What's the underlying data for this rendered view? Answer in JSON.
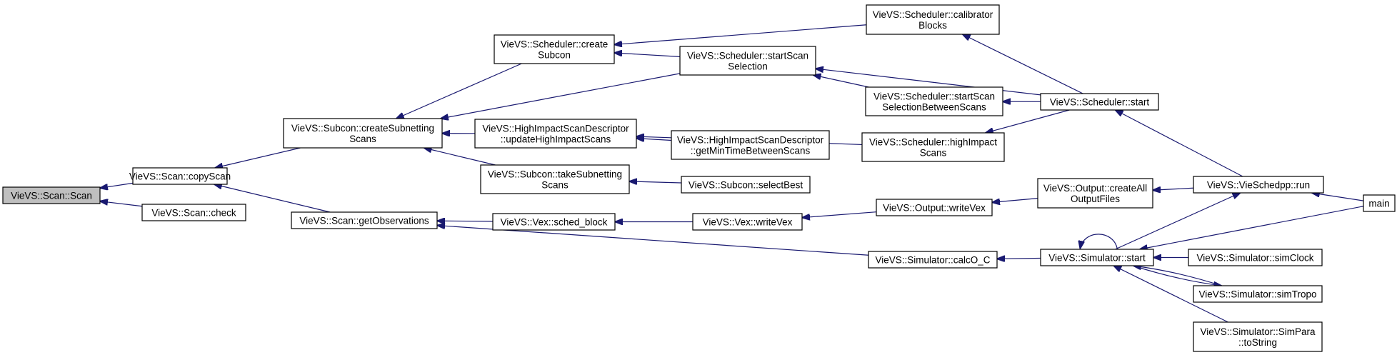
{
  "nodes": [
    {
      "id": "scan",
      "lines": [
        "VieVS::Scan::Scan"
      ],
      "highlight": true
    },
    {
      "id": "copyScan",
      "lines": [
        "VieVS::Scan::copyScan"
      ]
    },
    {
      "id": "check",
      "lines": [
        "VieVS::Scan::check"
      ]
    },
    {
      "id": "createSubnetting",
      "lines": [
        "VieVS::Subcon::createSubnetting",
        "Scans"
      ]
    },
    {
      "id": "getObservations",
      "lines": [
        "VieVS::Scan::getObservations"
      ]
    },
    {
      "id": "createSubcon",
      "lines": [
        "VieVS::Scheduler::create",
        "Subcon"
      ]
    },
    {
      "id": "updateHigh",
      "lines": [
        "VieVS::HighImpactScanDescriptor",
        "::updateHighImpactScans"
      ]
    },
    {
      "id": "takeSubnetting",
      "lines": [
        "VieVS::Subcon::takeSubnetting",
        "Scans"
      ]
    },
    {
      "id": "schedBlock",
      "lines": [
        "VieVS::Vex::sched_block"
      ]
    },
    {
      "id": "startScanSel",
      "lines": [
        "VieVS::Scheduler::startScan",
        "Selection"
      ]
    },
    {
      "id": "getMinTime",
      "lines": [
        "VieVS::HighImpactScanDescriptor",
        "::getMinTimeBetweenScans"
      ]
    },
    {
      "id": "selectBest",
      "lines": [
        "VieVS::Subcon::selectBest"
      ]
    },
    {
      "id": "writeVex",
      "lines": [
        "VieVS::Vex::writeVex"
      ]
    },
    {
      "id": "calibBlocks",
      "lines": [
        "VieVS::Scheduler::calibrator",
        "Blocks"
      ]
    },
    {
      "id": "startScanSelBetween",
      "lines": [
        "VieVS::Scheduler::startScan",
        "SelectionBetweenScans"
      ]
    },
    {
      "id": "highImpactScans",
      "lines": [
        "VieVS::Scheduler::highImpact",
        "Scans"
      ]
    },
    {
      "id": "outputWriteVex",
      "lines": [
        "VieVS::Output::writeVex"
      ]
    },
    {
      "id": "calcOC",
      "lines": [
        "VieVS::Simulator::calcO_C"
      ]
    },
    {
      "id": "schedStart",
      "lines": [
        "VieVS::Scheduler::start"
      ]
    },
    {
      "id": "createAllOutput",
      "lines": [
        "VieVS::Output::createAll",
        "OutputFiles"
      ]
    },
    {
      "id": "simStart",
      "lines": [
        "VieVS::Simulator::start"
      ]
    },
    {
      "id": "vieSchedRun",
      "lines": [
        "VieVS::VieSchedpp::run"
      ]
    },
    {
      "id": "simClock",
      "lines": [
        "VieVS::Simulator::simClock"
      ]
    },
    {
      "id": "simTropo",
      "lines": [
        "VieVS::Simulator::simTropo"
      ]
    },
    {
      "id": "simParaToString",
      "lines": [
        "VieVS::Simulator::SimPara",
        "::toString"
      ]
    },
    {
      "id": "main",
      "lines": [
        "main"
      ]
    }
  ],
  "edges": [
    [
      "copyScan",
      "scan"
    ],
    [
      "check",
      "scan"
    ],
    [
      "createSubnetting",
      "copyScan"
    ],
    [
      "getObservations",
      "copyScan"
    ],
    [
      "createSubcon",
      "createSubnetting"
    ],
    [
      "startScanSel",
      "createSubnetting"
    ],
    [
      "updateHigh",
      "createSubnetting"
    ],
    [
      "takeSubnetting",
      "createSubnetting"
    ],
    [
      "schedBlock",
      "getObservations"
    ],
    [
      "calcOC",
      "getObservations"
    ],
    [
      "calibBlocks",
      "createSubcon"
    ],
    [
      "startScanSel",
      "createSubcon"
    ],
    [
      "highImpactScans",
      "updateHigh"
    ],
    [
      "getMinTime",
      "updateHigh"
    ],
    [
      "selectBest",
      "takeSubnetting"
    ],
    [
      "writeVex",
      "schedBlock"
    ],
    [
      "schedStart",
      "startScanSel"
    ],
    [
      "startScanSelBetween",
      "startScanSel"
    ],
    [
      "outputWriteVex",
      "writeVex"
    ],
    [
      "schedStart",
      "calibBlocks"
    ],
    [
      "schedStart",
      "startScanSelBetween"
    ],
    [
      "schedStart",
      "highImpactScans"
    ],
    [
      "createAllOutput",
      "outputWriteVex"
    ],
    [
      "simStart",
      "calcOC"
    ],
    [
      "vieSchedRun",
      "schedStart"
    ],
    [
      "vieSchedRun",
      "createAllOutput"
    ],
    [
      "simStart",
      "vieSchedRun"
    ],
    [
      "simStart",
      "simStart"
    ],
    [
      "main",
      "vieSchedRun"
    ],
    [
      "main",
      "simStart"
    ],
    [
      "simClock",
      "simStart"
    ],
    [
      "simTropo",
      "simStart"
    ],
    [
      "simStart",
      "simTropo"
    ],
    [
      "simParaToString",
      "simStart"
    ]
  ],
  "colors": {
    "edge": "#191970",
    "highlight_fill": "#bfbfbf",
    "node_fill": "#ffffff",
    "node_stroke": "#000000"
  }
}
